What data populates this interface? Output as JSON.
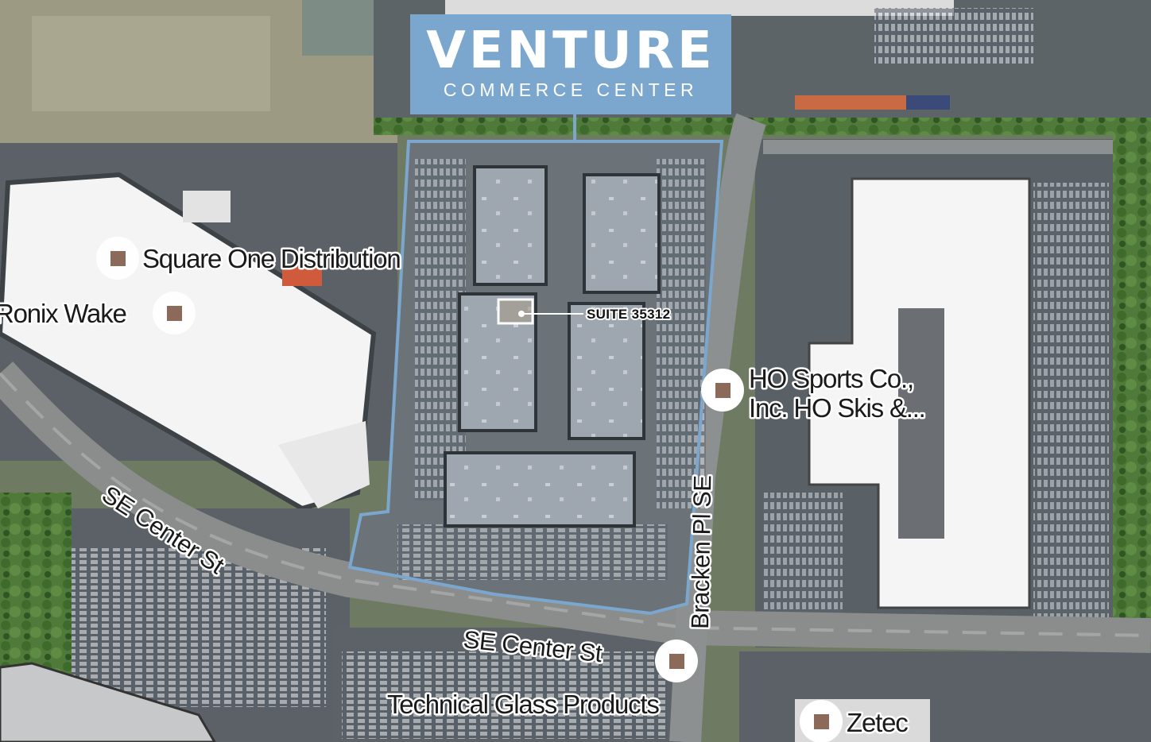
{
  "brand": {
    "title": "VENTURE",
    "subtitle": "COMMERCE CENTER",
    "color": "#7ba7cf"
  },
  "property": {
    "suite_label": "SUITE 35312",
    "outline_color": "#7ba7cf"
  },
  "places": [
    {
      "id": "square-one",
      "label": "Square One Distribution",
      "icon": "business-pin-icon"
    },
    {
      "id": "ronix",
      "label": "Ronix Wake",
      "icon": "business-pin-icon"
    },
    {
      "id": "ho-sports",
      "label_line1": "HO Sports Co.,",
      "label_line2": "Inc. HO Skis &...",
      "icon": "business-pin-icon"
    },
    {
      "id": "technical-glass",
      "label": "Technical Glass Products",
      "icon": "business-pin-icon"
    },
    {
      "id": "zetec",
      "label": "Zetec",
      "icon": "business-pin-icon"
    }
  ],
  "streets": {
    "center_st_diagonal": "SE Center St",
    "center_st_horizontal": "SE Center St",
    "bracken": "Bracken Pl SE"
  },
  "colors": {
    "pin_square": "#8b6a5a",
    "pin_circle": "#ffffff"
  }
}
